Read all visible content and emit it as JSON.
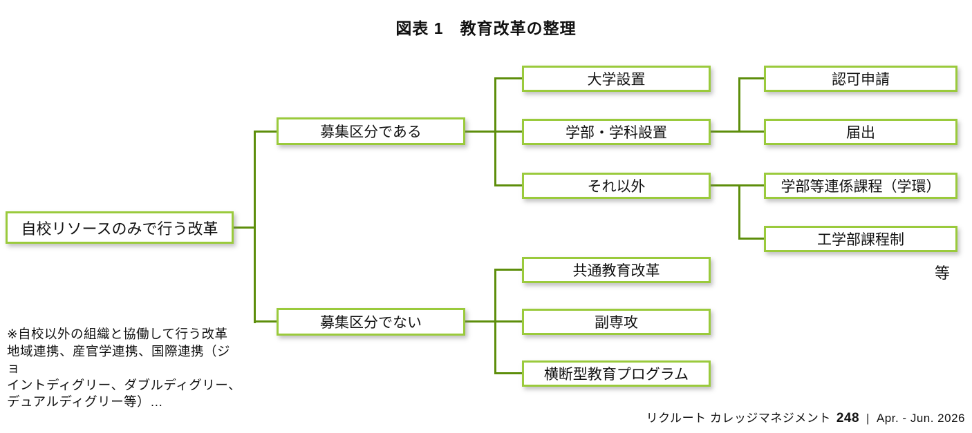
{
  "title": "図表 1　教育改革の整理",
  "tree": {
    "root": {
      "label": "自校リソースのみで行う改革"
    },
    "branches": [
      {
        "label": "募集区分である",
        "children": [
          {
            "label": "大学設置"
          },
          {
            "label": "学部・学科設置",
            "children": [
              {
                "label": "認可申請"
              },
              {
                "label": "届出"
              }
            ]
          },
          {
            "label": "それ以外",
            "children": [
              {
                "label": "学部等連係課程（学環）"
              },
              {
                "label": "工学部課程制"
              }
            ]
          }
        ]
      },
      {
        "label": "募集区分でない",
        "children": [
          {
            "label": "共通教育改革"
          },
          {
            "label": "副専攻"
          },
          {
            "label": "横断型教育プログラム"
          }
        ]
      }
    ],
    "etc_label": "等"
  },
  "note": {
    "lines": [
      "※自校以外の組織と協働して行う改革",
      "地域連携、産官学連携、国際連携（ジョ",
      "イントディグリー、ダブルディグリー、",
      "デュアルディグリー等）…"
    ]
  },
  "footer": {
    "magazine": "リクルート カレッジマネジメント",
    "issue": "248",
    "separator": "|",
    "date": "Apr. - Jun. 2026"
  },
  "colors": {
    "box_border": "#9ACA3C",
    "connector": "#5D8E0B",
    "text": "#111111"
  }
}
